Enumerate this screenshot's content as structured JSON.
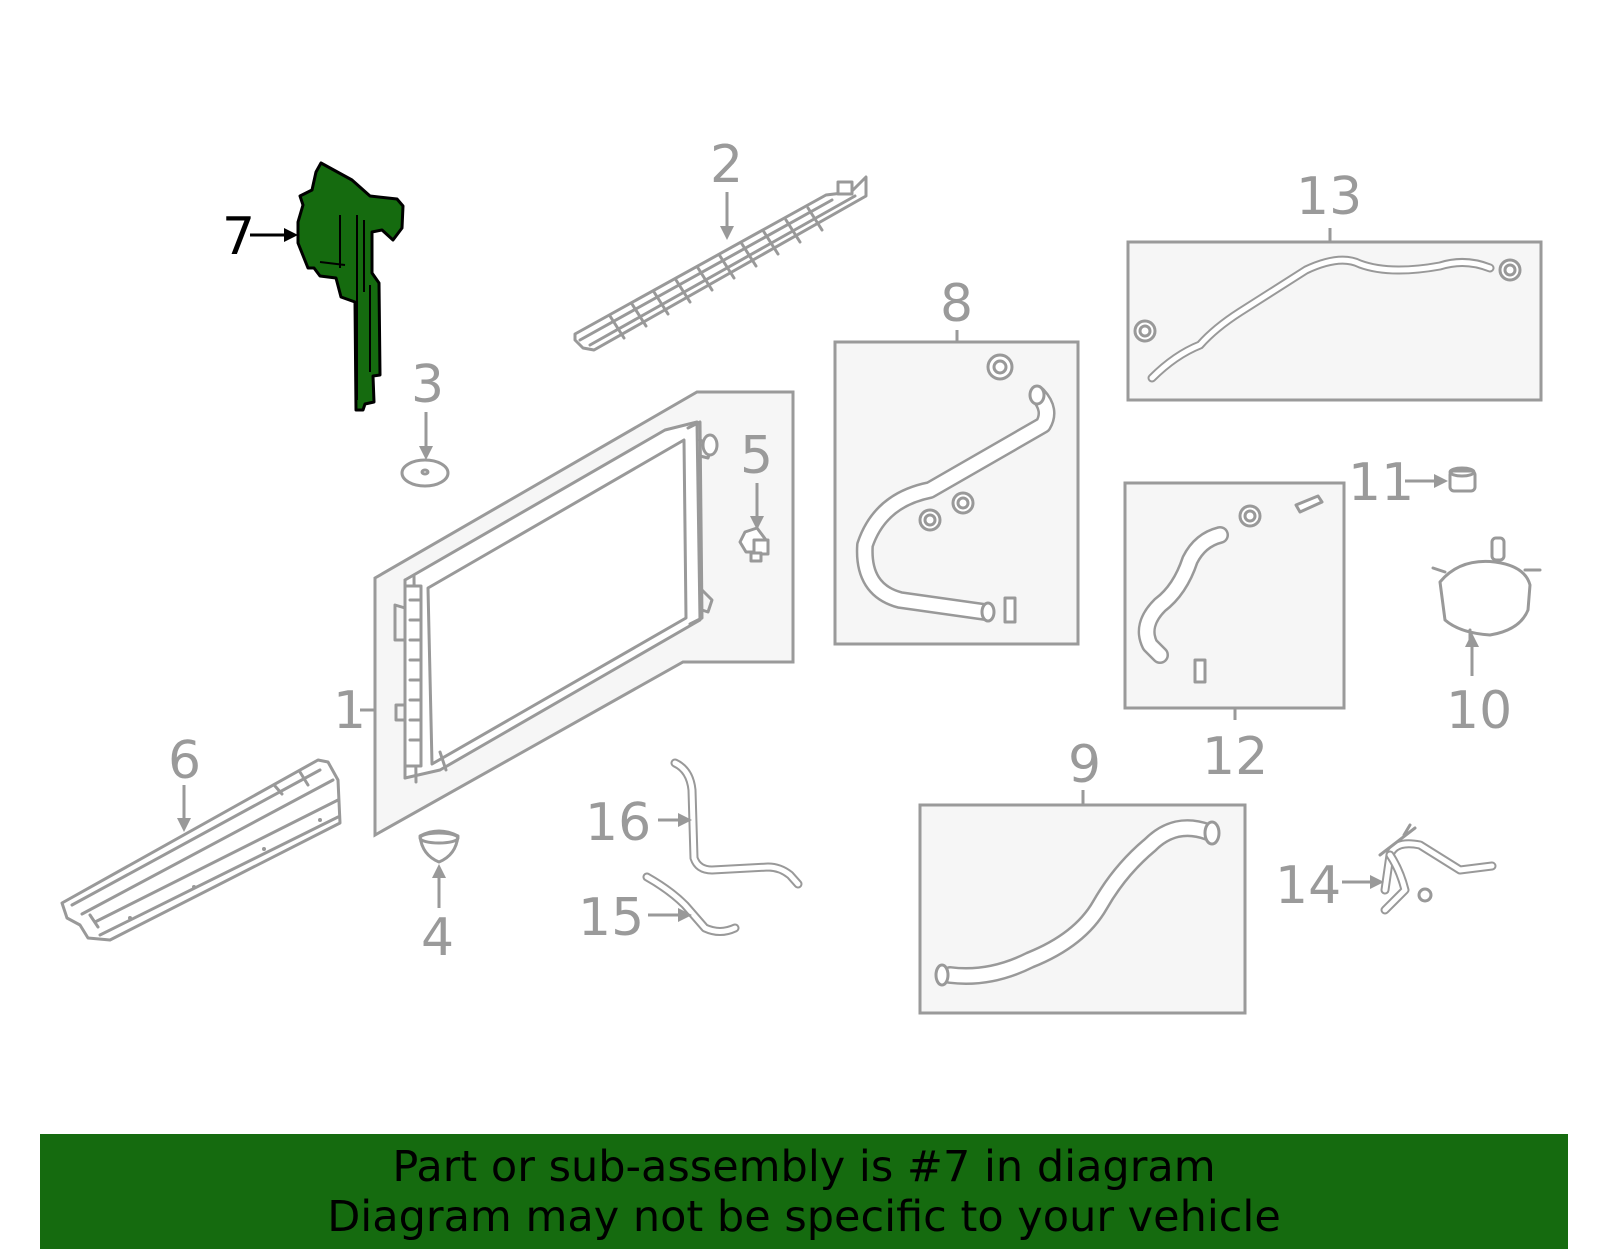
{
  "diagram": {
    "highlight_color": "#156b0f",
    "line_color": "#999999",
    "highlighted_part": "7",
    "callouts": [
      "1",
      "2",
      "3",
      "4",
      "5",
      "6",
      "7",
      "8",
      "9",
      "10",
      "11",
      "12",
      "13",
      "14",
      "15",
      "16"
    ]
  },
  "banner": {
    "line1": "Part or sub-assembly is #7 in diagram",
    "line2": "Diagram may not be specific to your vehicle",
    "background": "#156b0f"
  }
}
